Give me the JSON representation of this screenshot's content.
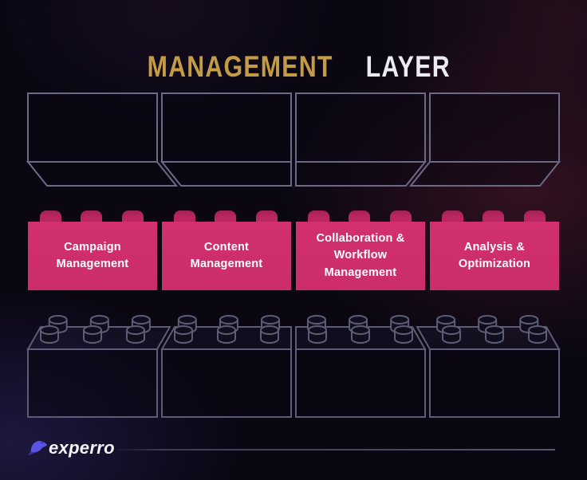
{
  "header": {
    "title_accent": "MANAGEMENT",
    "title_rest": "LAYER"
  },
  "middle_row": {
    "bricks": [
      {
        "label": "Campaign\nManagement"
      },
      {
        "label": "Content\nManagement"
      },
      {
        "label": "Collaboration &\nWorkflow\nManagement"
      },
      {
        "label": "Analysis &\nOptimization"
      }
    ],
    "studs_per_brick": 3
  },
  "top_row": {
    "outline_bricks": 4
  },
  "bottom_row": {
    "outline_bricks": 4,
    "studs_per_brick": 6
  },
  "footer": {
    "brand": "experro"
  },
  "colors": {
    "background": "#0a0713",
    "title_gold": "#c49c45",
    "title_white": "#eceaf2",
    "brick_pink": "#ce2e6c",
    "stud_pink": "#bb2663",
    "outline_top": "#6a6a84",
    "outline_bottom": "#5c5c76",
    "logo_indigo": "#5b52e6",
    "logo_indigo_dark": "#37309c",
    "divider_gray": "#45455c"
  }
}
